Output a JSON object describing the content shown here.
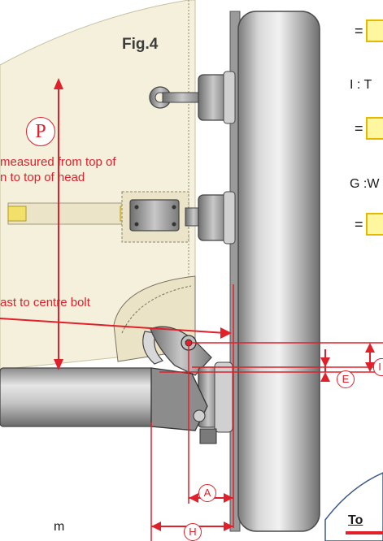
{
  "figure": {
    "label": "Fig.4"
  },
  "labels": {
    "p_marker": "P",
    "p_caption_line1": "measured from top of",
    "p_caption_line2": "n  to top of head",
    "mast_caption": "ast to centre bolt",
    "a_marker": "A",
    "h_marker": "H",
    "e_marker": "E",
    "i_marker": "I",
    "bottom_left": "m"
  },
  "panel": {
    "eq1": "=",
    "line_i": "I : T",
    "eq2": "=",
    "line_g": "G :W",
    "eq3": "=",
    "footer": "To"
  },
  "colors": {
    "sail": "#f5f0dc",
    "mast": "#b8b8b8",
    "dimension": "#e0202a",
    "input_fill": "#fff7a0",
    "input_border": "#e6b800"
  }
}
